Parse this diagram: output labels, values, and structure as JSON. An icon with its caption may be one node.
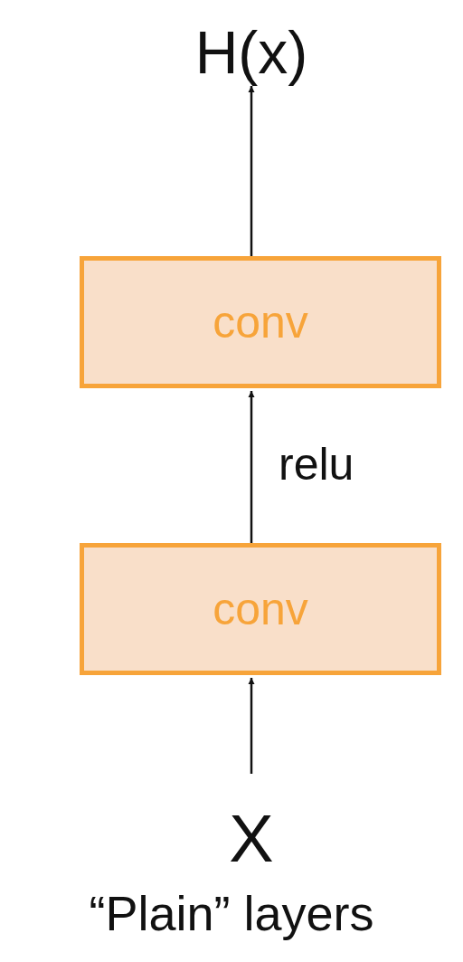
{
  "diagram": {
    "caption": "“Plain” layers",
    "nodes": [
      {
        "text": [
          "H(x)"
        ]
      },
      {
        "text": [
          "conv"
        ]
      },
      {
        "text": [
          "conv"
        ]
      },
      {
        "text": [
          "X"
        ]
      }
    ],
    "edges": [
      {
        "from": 3,
        "to": 2,
        "arrow": "to"
      },
      {
        "from": 2,
        "to": 1,
        "arrow": "to",
        "label": "relu"
      },
      {
        "from": 1,
        "to": 0,
        "arrow": "to"
      }
    ]
  }
}
